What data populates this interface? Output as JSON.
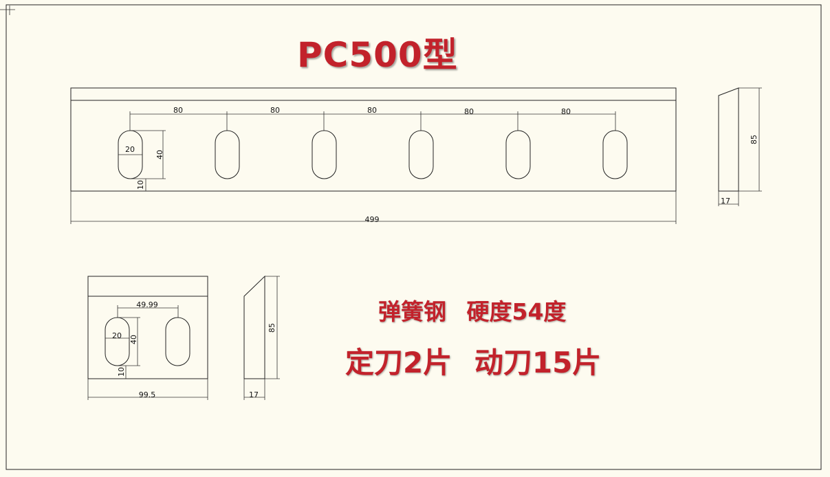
{
  "title": "PC500型",
  "notes": {
    "material": "弹簧钢   硬度54度",
    "quantity": "定刀2片  动刀15片"
  },
  "dimensions": {
    "main_spacing": [
      "80",
      "80",
      "80",
      "80",
      "80"
    ],
    "main_slot_width": "20",
    "main_slot_height": "40",
    "main_slot_offset": "10",
    "main_length": "499",
    "main_side_height": "85",
    "main_side_thickness": "17",
    "small_spacing": "49.99",
    "small_slot_width": "20",
    "small_slot_height": "40",
    "small_slot_offset": "10",
    "small_length": "99.5",
    "small_side_height": "85",
    "small_side_thickness": "17"
  },
  "colors": {
    "background": "#fdfbf0",
    "annotation_red": "#c2222b",
    "line": "#222222"
  }
}
